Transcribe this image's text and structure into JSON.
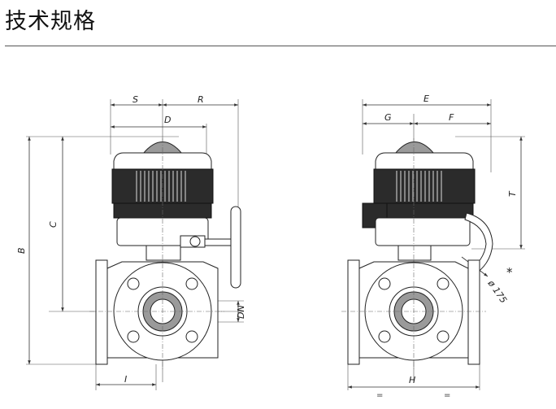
{
  "header": {
    "title": "技术规格"
  },
  "front_view": {
    "labels": {
      "S": "S",
      "R": "R",
      "D": "D",
      "C": "C",
      "B": "B",
      "DN": "DN",
      "I": "I"
    }
  },
  "side_view": {
    "labels": {
      "E": "E",
      "G": "G",
      "F": "F",
      "T": "T",
      "H": "H",
      "diameter": "ø 175",
      "asterisk": "*",
      "eq_left": "=",
      "eq_right": "="
    }
  }
}
